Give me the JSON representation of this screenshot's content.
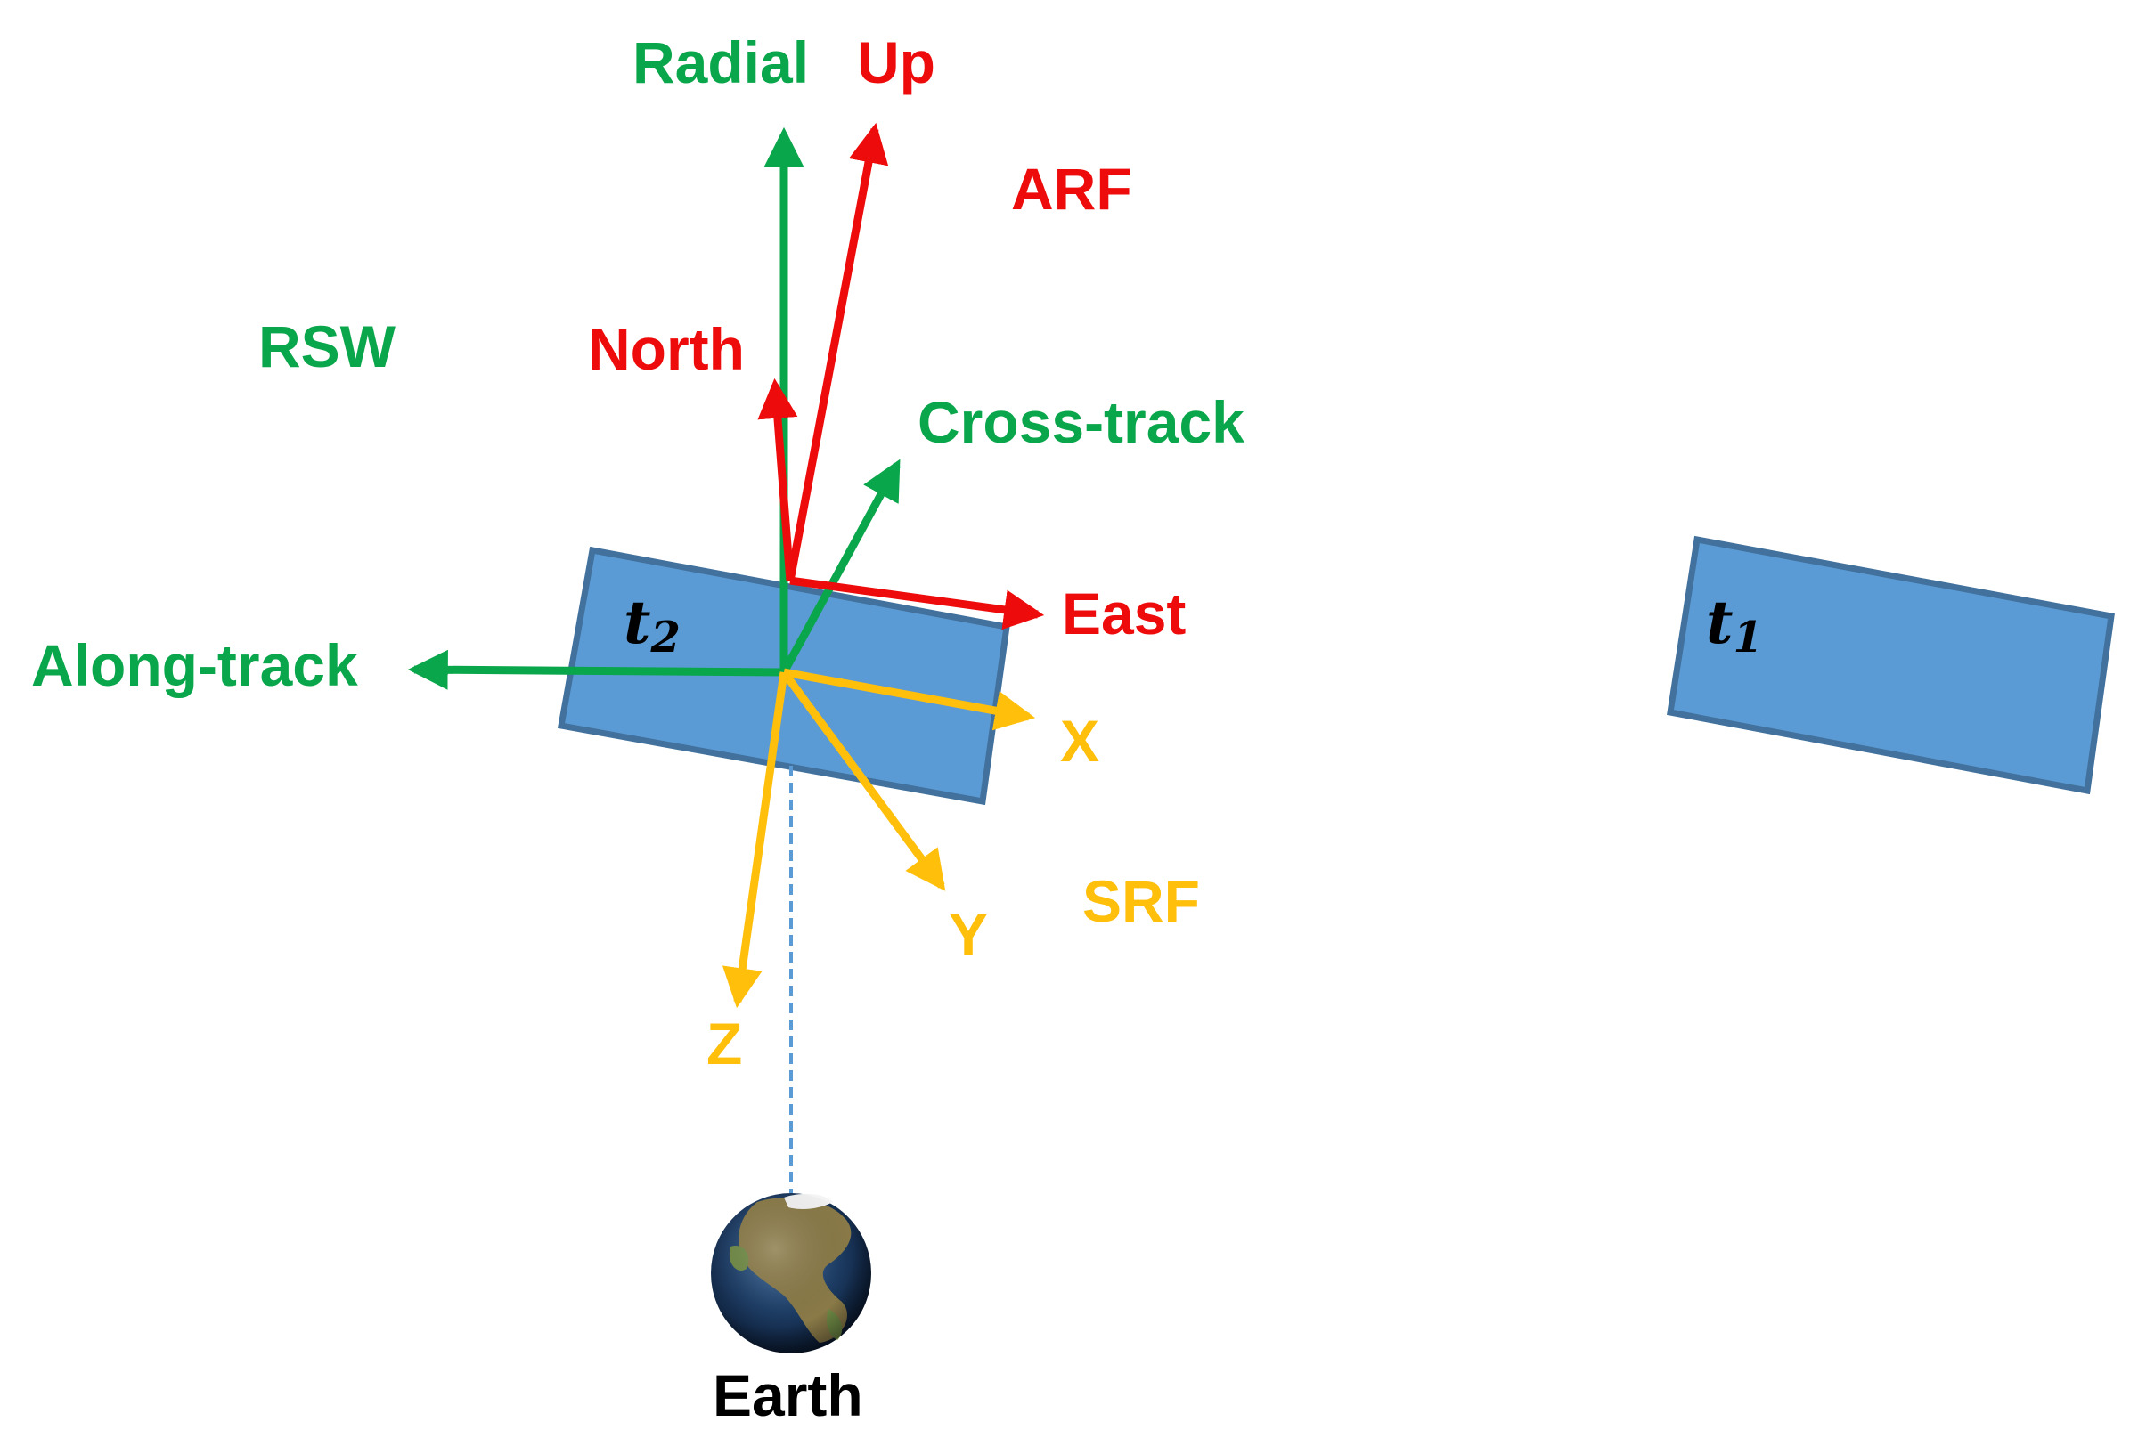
{
  "colors": {
    "rsw": "#0aa64b",
    "arf": "#ee0b0b",
    "srf": "#ffbf0b",
    "satellite_fill": "#5b9bd5",
    "satellite_stroke": "#41719c",
    "earth_line": "#5b9bd5",
    "black": "#000000"
  },
  "frames": {
    "rsw": {
      "name": "RSW",
      "axes": {
        "radial": "Radial",
        "cross_track": "Cross-track",
        "along_track": "Along-track"
      }
    },
    "arf": {
      "name": "ARF",
      "axes": {
        "up": "Up",
        "north": "North",
        "east": "East"
      }
    },
    "srf": {
      "name": "SRF",
      "axes": {
        "x": "X",
        "y": "Y",
        "z": "Z"
      }
    }
  },
  "satellites": {
    "t2": {
      "base": "t",
      "index": "2"
    },
    "t1": {
      "base": "t",
      "index": "1"
    }
  },
  "earth": {
    "label": "Earth"
  },
  "icons": [
    "earth-globe-icon"
  ]
}
